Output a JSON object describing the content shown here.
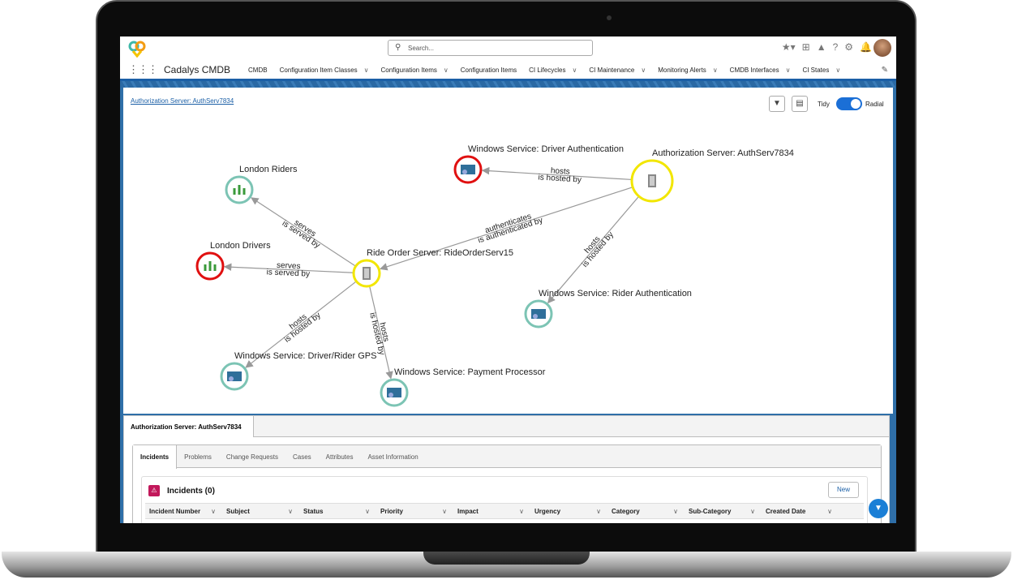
{
  "header": {
    "search_placeholder": "Search...",
    "app_name": "Cadalys CMDB"
  },
  "nav": [
    {
      "label": "CMDB",
      "chevron": false
    },
    {
      "label": "Configuration Item Classes",
      "chevron": true
    },
    {
      "label": "Configuration Items",
      "chevron": true
    },
    {
      "label": "Configuration Items",
      "chevron": false
    },
    {
      "label": "CI Lifecycles",
      "chevron": true
    },
    {
      "label": "CI Maintenance",
      "chevron": true
    },
    {
      "label": "Monitoring Alerts",
      "chevron": true
    },
    {
      "label": "CMDB Interfaces",
      "chevron": true
    },
    {
      "label": "CI States",
      "chevron": true
    }
  ],
  "graph": {
    "breadcrumb": "Authorization Server: AuthServ7834",
    "tidy_label": "Tidy",
    "radial_label": "Radial",
    "radial_on": true,
    "nodes": [
      {
        "id": "auth",
        "label": "Authorization Server: AuthServ7834",
        "status": "yellow",
        "kind": "server"
      },
      {
        "id": "drvauth",
        "label": "Windows Service: Driver Authentication",
        "status": "red",
        "kind": "service"
      },
      {
        "id": "riders",
        "label": "London Riders",
        "status": "teal",
        "kind": "group"
      },
      {
        "id": "drivers",
        "label": "London Drivers",
        "status": "red",
        "kind": "group"
      },
      {
        "id": "ride",
        "label": "Ride Order Server: RideOrderServ15",
        "status": "yellow",
        "kind": "server"
      },
      {
        "id": "rideauth",
        "label": "Windows Service: Rider Authentication",
        "status": "teal",
        "kind": "service"
      },
      {
        "id": "gps",
        "label": "Windows Service: Driver/Rider GPS",
        "status": "teal",
        "kind": "service"
      },
      {
        "id": "pay",
        "label": "Windows Service: Payment Processor",
        "status": "teal",
        "kind": "service"
      }
    ],
    "edges": [
      {
        "from": "auth",
        "to": "drvauth",
        "label": "hosts",
        "reverse": "is hosted by"
      },
      {
        "from": "auth",
        "to": "ride",
        "label": "authenticates",
        "reverse": "is authenticated by"
      },
      {
        "from": "auth",
        "to": "rideauth",
        "label": "hosts",
        "reverse": "is hosted by"
      },
      {
        "from": "ride",
        "to": "riders",
        "label": "serves",
        "reverse": "is served by"
      },
      {
        "from": "ride",
        "to": "drivers",
        "label": "serves",
        "reverse": "is served by"
      },
      {
        "from": "ride",
        "to": "gps",
        "label": "hosts",
        "reverse": "is hosted by"
      },
      {
        "from": "ride",
        "to": "pay",
        "label": "hosts",
        "reverse": "is hosted by"
      }
    ],
    "colors": {
      "yellow": "#f2e600",
      "red": "#e01010",
      "teal": "#7cc4b4"
    }
  },
  "panel": {
    "tab": "Authorization Server: AuthServ7834",
    "tabs": [
      "Incidents",
      "Problems",
      "Change Requests",
      "Cases",
      "Attributes",
      "Asset Information"
    ],
    "list_title": "Incidents (0)",
    "new_label": "New",
    "columns": [
      "Incident Number",
      "Subject",
      "Status",
      "Priority",
      "Impact",
      "Urgency",
      "Category",
      "Sub-Category",
      "Created Date"
    ]
  }
}
